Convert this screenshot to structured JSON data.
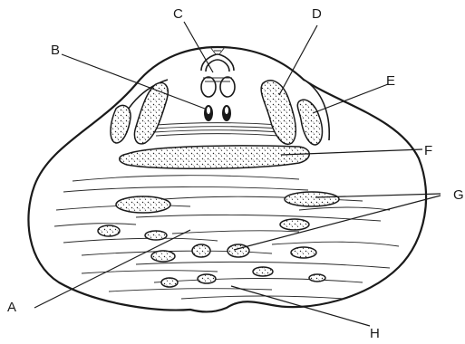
{
  "labels": {
    "a": "A",
    "b": "B",
    "c": "C",
    "d": "D",
    "e": "E",
    "f": "F",
    "g": "G",
    "h": "H"
  },
  "colors": {
    "ink": "#1a1a1a",
    "paper": "#ffffff"
  }
}
